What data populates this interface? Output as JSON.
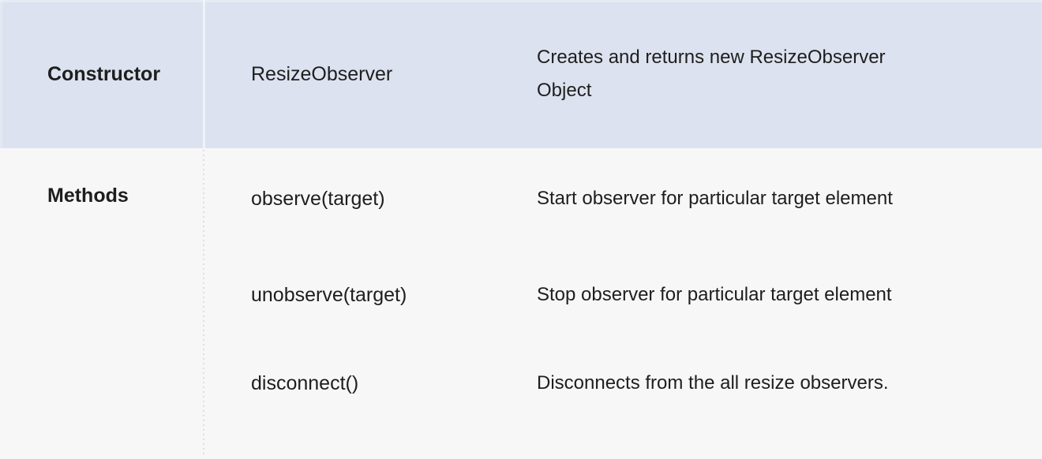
{
  "colors": {
    "constructor_row_bg": "#dce2ef",
    "methods_row_bg": "#f7f7f7",
    "divider": "#dedede",
    "text": "#1e1e1e"
  },
  "table": {
    "rows": [
      {
        "label": "Constructor",
        "entries": [
          {
            "name": "ResizeObserver",
            "description": "Creates and returns new ResizeObserver Object"
          }
        ]
      },
      {
        "label": "Methods",
        "entries": [
          {
            "name": "observe(target)",
            "description": "Start observer for particular target element"
          },
          {
            "name": "unobserve(target)",
            "description": "Stop observer for particular target element"
          },
          {
            "name": "disconnect()",
            "description": "Disconnects from the all resize observers."
          }
        ]
      }
    ]
  }
}
